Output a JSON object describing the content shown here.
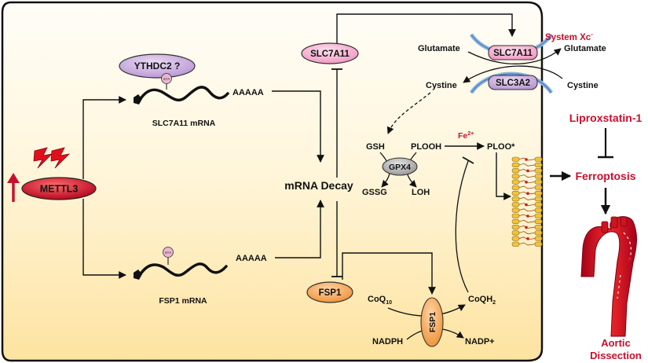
{
  "nodes": {
    "ythdc2": "YTHDC2 ?",
    "m6a": "m⁶A",
    "poly_a": "AAAAA",
    "slc7a11_mrna": "SLC7A11 mRNA",
    "fsp1_mrna": "FSP1 mRNA",
    "mettl3": "METTL3",
    "mrna_decay": "mRNA Decay",
    "slc7a11": "SLC7A11",
    "fsp1": "FSP1",
    "system_xc_base": "System Xc",
    "system_xc_sup": "-",
    "slc3a2": "SLC3A2",
    "glutamate": "Glutamate",
    "cystine": "Cystine",
    "gsh": "GSH",
    "gssg": "GSSG",
    "gpx4": "GPX4",
    "plooh": "PLOOH",
    "loh": "LOH",
    "fe_base": "Fe",
    "fe_sup": "2+",
    "ploo": "PLOO*",
    "coq_base": "CoQ",
    "coq_sub": "10",
    "coqh_base": "CoQH",
    "coqh_sub": "2",
    "nadph": "NADPH",
    "nadp": "NADP+",
    "liproxstatin": "Liproxstatin-1",
    "ferroptosis": "Ferroptosis",
    "aortic_line1": "Aortic",
    "aortic_line2": "Dissection"
  },
  "colors": {
    "cell_top": "#fffdf8",
    "cell_bottom": "#fde6a8",
    "mettl3": "#c8102e",
    "slc7a11": "#f4a6c8",
    "ythdc2": "#c9a3da",
    "fsp1": "#f29a3c",
    "gpx4": "#a8a8a8",
    "slc3a2": "#b79ad6",
    "xc_channel": "#8db4e2",
    "accent_red": "#c8102e"
  }
}
